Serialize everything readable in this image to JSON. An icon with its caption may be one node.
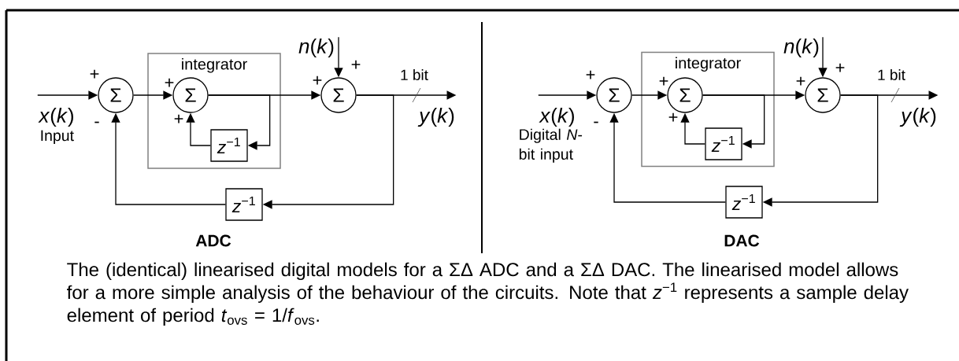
{
  "diagram": {
    "caption": "The (identical) linearised digital models for a ΣΔ ADC and a ΣΔ DAC. The linearised model allows for a more simple analysis of the behaviour of the circuits. Note that *z*$^{−1}$ represents a sample delay element of period *t*$_{ovs}$ = 1/*f*$_{ovs}$.",
    "nodes": [
      {
        "text": [
          "integrator"
        ]
      },
      {
        "text": [
          "*x*(*k*)"
        ],
        "beside": [
          "Input"
        ]
      },
      {
        "text": [
          "Σ"
        ]
      },
      {
        "text": [
          "Σ"
        ],
        "in": 0
      },
      {
        "text": [
          "*z*$^{−1}$"
        ],
        "in": 0
      },
      {
        "text": [
          "*n*(*k*)"
        ]
      },
      {
        "text": [
          "Σ"
        ]
      },
      {
        "text": [
          "*y*(*k*)"
        ]
      },
      {
        "text": [
          "*z*$^{−1}$"
        ]
      },
      {
        "text": [
          "integrator"
        ]
      },
      {
        "text": [
          "*x*(*k*)"
        ],
        "beside": [
          "Digital *N*-bit input"
        ]
      },
      {
        "text": [
          "Σ"
        ]
      },
      {
        "text": [
          "Σ"
        ],
        "in": 9
      },
      {
        "text": [
          "*z*$^{−1}$"
        ],
        "in": 9
      },
      {
        "text": [
          "*n*(*k*)"
        ]
      },
      {
        "text": [
          "Σ"
        ]
      },
      {
        "text": [
          "*y*(*k*)"
        ]
      },
      {
        "text": [
          "*z*$^{−1}$"
        ]
      }
    ],
    "edges": [
      {
        "from": 1,
        "to": 2,
        "arrow": "to"
      },
      {
        "from": 2,
        "to": 3,
        "arrow": "to"
      },
      {
        "from": 3,
        "to": 6,
        "arrow": "to"
      },
      {
        "from": 3,
        "to": 4,
        "arrow": "to"
      },
      {
        "from": 4,
        "to": 3,
        "arrow": "to"
      },
      {
        "from": 5,
        "to": 6,
        "arrow": "to"
      },
      {
        "from": 6,
        "to": 7,
        "arrow": "to"
      },
      {
        "from": 6,
        "to": 8,
        "arrow": "to"
      },
      {
        "from": 8,
        "to": 2,
        "arrow": "to"
      },
      {
        "from": 10,
        "to": 11,
        "arrow": "to"
      },
      {
        "from": 11,
        "to": 12,
        "arrow": "to"
      },
      {
        "from": 12,
        "to": 15,
        "arrow": "to"
      },
      {
        "from": 12,
        "to": 13,
        "arrow": "to"
      },
      {
        "from": 13,
        "to": 12,
        "arrow": "to"
      },
      {
        "from": 14,
        "to": 15,
        "arrow": "to"
      },
      {
        "from": 15,
        "to": 16,
        "arrow": "to"
      },
      {
        "from": 15,
        "to": 17,
        "arrow": "to"
      },
      {
        "from": 17,
        "to": 11,
        "arrow": "to"
      }
    ],
    "labels": [
      "+",
      "-",
      "+",
      "+",
      "+",
      "+",
      "1 bit",
      "ADC",
      "+",
      "-",
      "+",
      "+",
      "+",
      "+",
      "1 bit",
      "DAC"
    ]
  }
}
